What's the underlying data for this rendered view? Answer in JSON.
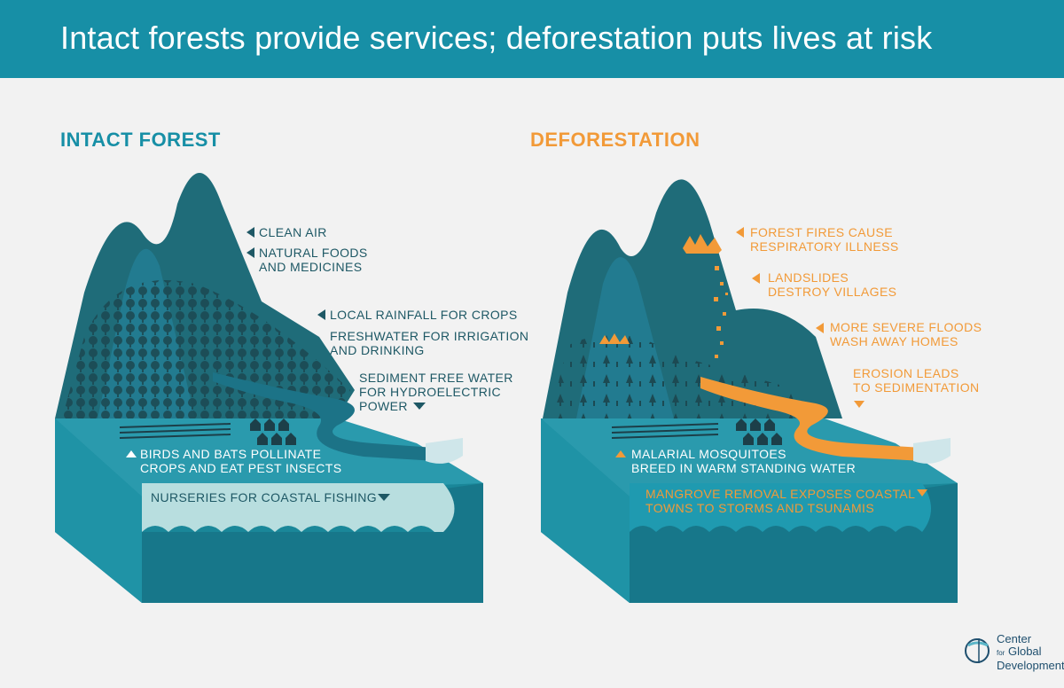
{
  "header": {
    "title": "Intact forests provide services; deforestation puts lives at risk"
  },
  "intact": {
    "title": "INTACT FOREST",
    "labels": {
      "clean_air": "CLEAN AIR",
      "foods_1": "NATURAL FOODS",
      "foods_2": "AND  MEDICINES",
      "rainfall": "LOCAL RAINFALL FOR CROPS",
      "freshwater_1": "FRESHWATER FOR IRRIGATION",
      "freshwater_2": "AND DRINKING",
      "sediment_1": "SEDIMENT FREE WATER",
      "sediment_2": "FOR HYDROELECTRIC",
      "sediment_3": "POWER",
      "birds_1": "BIRDS AND BATS POLLINATE",
      "birds_2": "CROPS AND EAT PEST INSECTS",
      "nurseries": "NURSERIES FOR COASTAL FISHING"
    }
  },
  "deforestation": {
    "title": "DEFORESTATION",
    "labels": {
      "fires_1": "FOREST FIRES CAUSE",
      "fires_2": "RESPIRATORY ILLNESS",
      "landslides_1": "LANDSLIDES",
      "landslides_2": "DESTROY VILLAGES",
      "floods_1": "MORE SEVERE FLOODS",
      "floods_2": "WASH AWAY HOMES",
      "erosion_1": "EROSION LEADS",
      "erosion_2": "TO SEDIMENTATION",
      "malaria_1": "MALARIAL MOSQUITOES",
      "malaria_2": "BREED IN WARM STANDING WATER",
      "mangrove_1": "MANGROVE REMOVAL EXPOSES COASTAL",
      "mangrove_2": "TOWNS TO STORMS AND TSUNAMIS"
    }
  },
  "logo": {
    "line1": "Center",
    "line2": "Global",
    "line3": "Development",
    "small": "for"
  },
  "colors": {
    "banner": "#178fa6",
    "teal_dark": "#1e5865",
    "teal": "#1a8799",
    "orange": "#f29a38",
    "background": "#f2f2f2"
  }
}
